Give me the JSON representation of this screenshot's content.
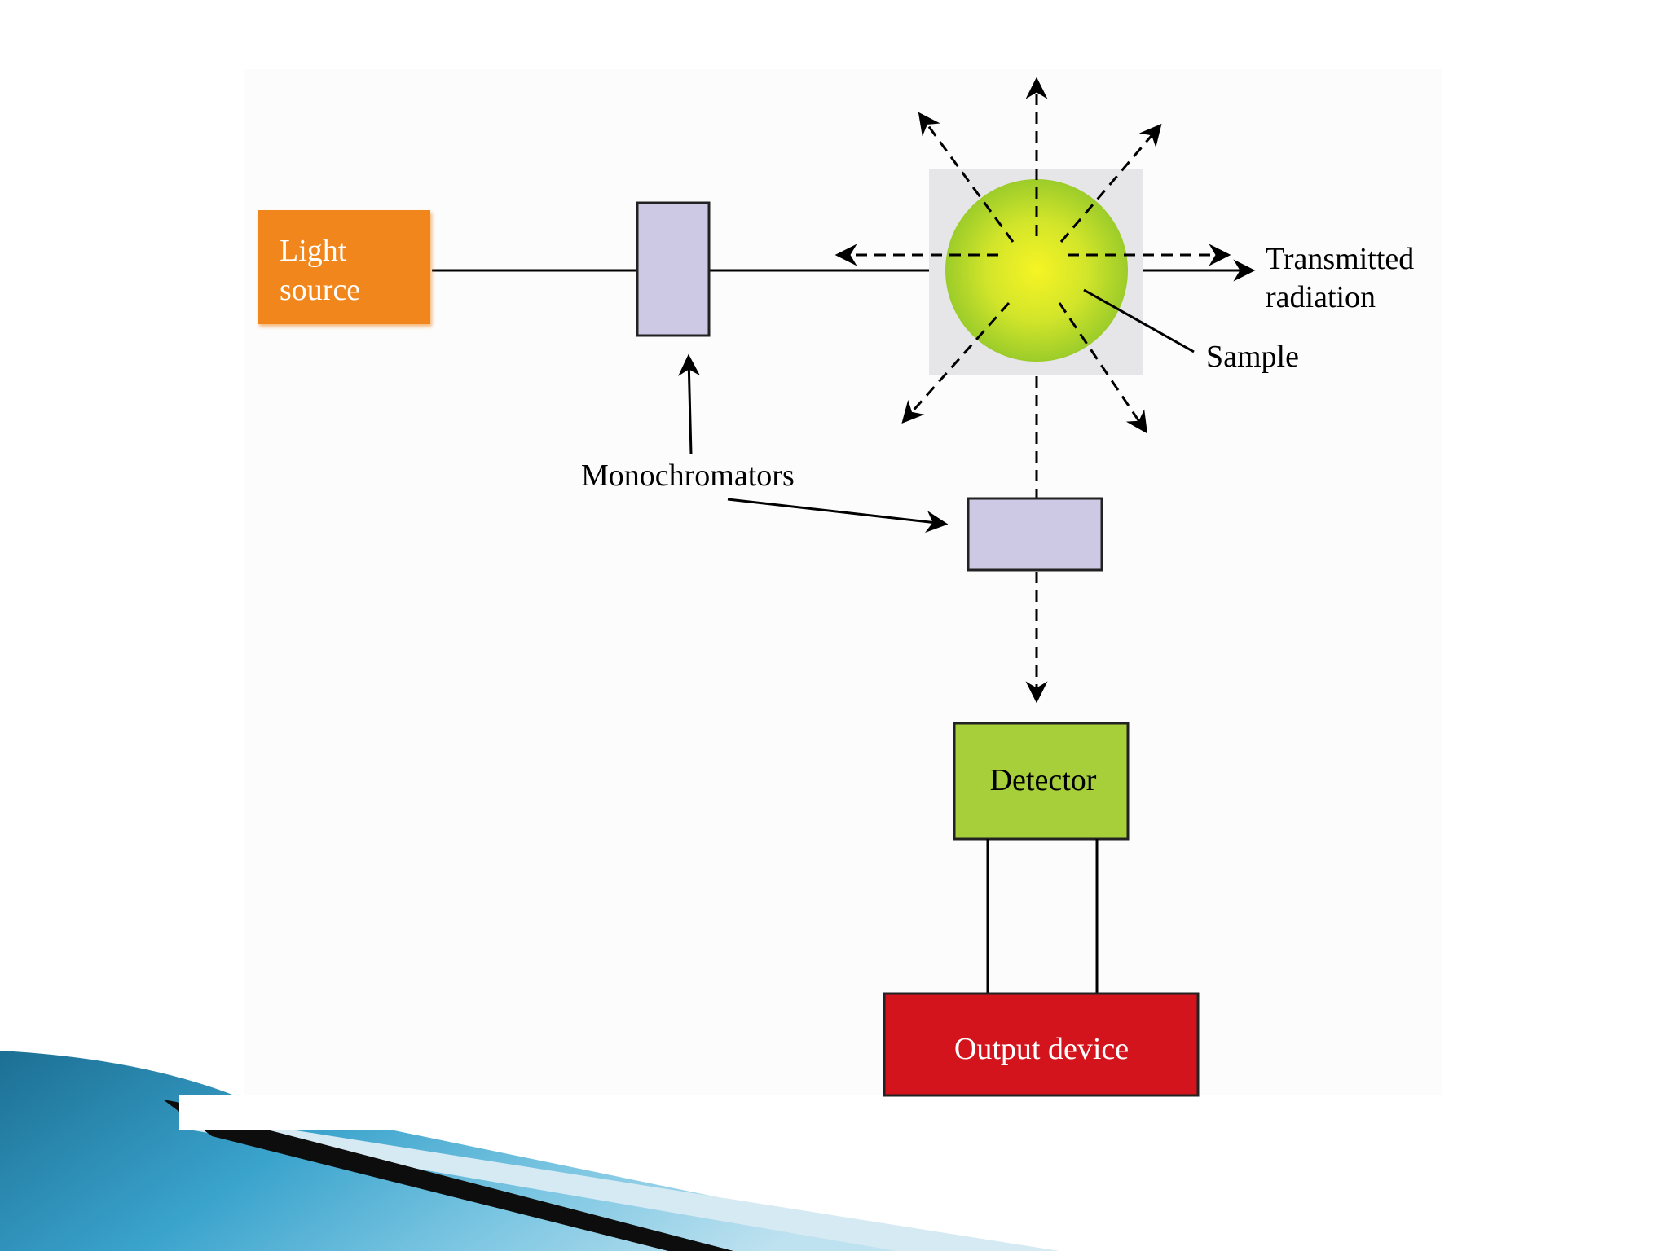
{
  "labels": {
    "light_source_line1": "Light",
    "light_source_line2": "source",
    "transmitted_line1": "Transmitted",
    "transmitted_line2": "radiation",
    "sample": "Sample",
    "monochromators": "Monochromators",
    "detector": "Detector",
    "output_device": "Output device"
  },
  "colors": {
    "light_source": "#f0861c",
    "monochromator": "#cdc8e4",
    "sample_center": "#f4f222",
    "sample_edge": "#9ccc2a",
    "detector": "#a6cf3a",
    "output_device": "#d3141c",
    "swoosh_teal": "#1f7fa6",
    "swoosh_light": "#d6eaf3"
  }
}
